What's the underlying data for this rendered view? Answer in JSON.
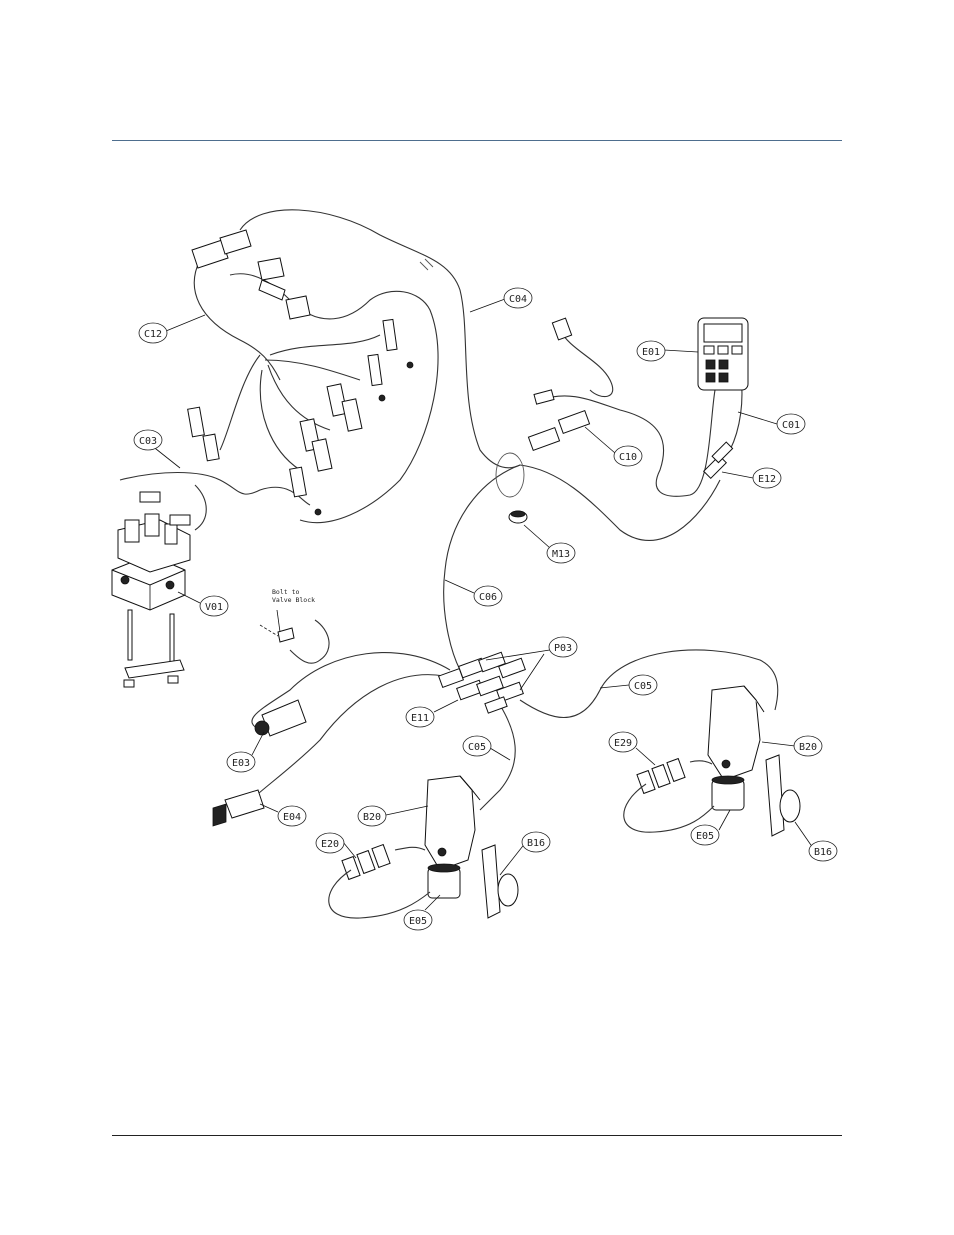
{
  "colors": {
    "header_rule": "#4e6e8e",
    "footer_rule": "#222222",
    "line": "#111111"
  },
  "callouts": {
    "c12": "C12",
    "c04": "C04",
    "e01": "E01",
    "c03": "C03",
    "c01": "C01",
    "c10": "C10",
    "e12": "E12",
    "m13": "M13",
    "v01": "V01",
    "c06": "C06",
    "p03": "P03",
    "c05a": "C05",
    "c05b": "C05",
    "e11": "E11",
    "e03": "E03",
    "e29a": "E29",
    "b20a": "B20",
    "e04": "E04",
    "b20b": "B20",
    "e20": "E20",
    "b16a": "B16",
    "e05a": "E05",
    "b16b": "B16",
    "e05b": "E05"
  },
  "note": {
    "line1": "Bolt to",
    "line2": "Valve Block"
  }
}
